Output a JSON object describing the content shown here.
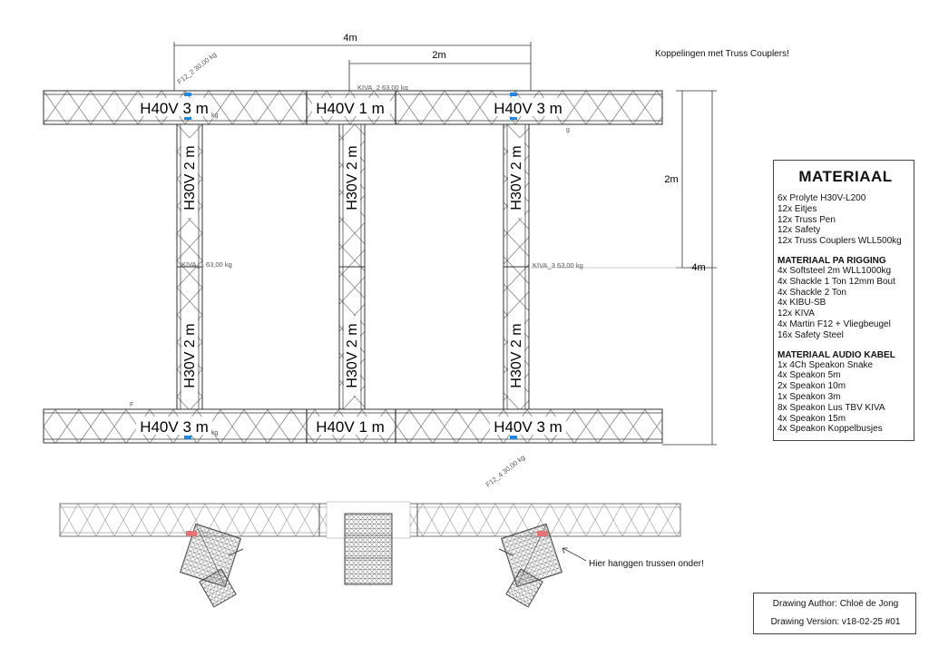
{
  "dimensions": {
    "top_overall": "4m",
    "top_inner": "2m",
    "right_upper": "2m",
    "right_overall": "4m"
  },
  "top_beam": [
    {
      "label": "H40V 3 m"
    },
    {
      "label": "H40V 1 m"
    },
    {
      "label": "H40V 3 m"
    }
  ],
  "bottom_beam": [
    {
      "label": "H40V 3 m"
    },
    {
      "label": "H40V 1 m"
    },
    {
      "label": "H40V 3 m"
    }
  ],
  "column_labels": {
    "upper": "H30V 2 m",
    "lower": "H30V 2 m"
  },
  "load_labels": {
    "f12_top": "F12_2 30,00 kg",
    "kiva_top": "KIVA_2 63,00 kg",
    "kiva_left": "KIVA_1 63,00 kg",
    "kiva_right": "KIVA_3 63,00 kg",
    "f12_bottom": "F12_4 30,00 kg",
    "kg_fragment_top": "kg",
    "kg_fragment_bottom": "kg",
    "g_fragment": "g",
    "f_fragment": "F"
  },
  "notes": {
    "couplers": "Koppelingen met Truss Couplers!",
    "hang_note": "Hier hanggen trussen onder!"
  },
  "material": {
    "title": "MATERIAAL",
    "items": [
      "6x Prolyte H30V-L200",
      "12x Eitjes",
      "12x Truss Pen",
      "12x Safety",
      "12x Truss Couplers WLL500kg"
    ],
    "rigging_title": "MATERIAAL PA RIGGING",
    "rigging_items": [
      "4x Softsteel 2m WLL1000kg",
      "4x Shackle 1 Ton 12mm Bout",
      "4x Shackle 2 Ton",
      "4x KIBU-SB",
      "12x KIVA",
      "4x Martin F12 + Vliegbeugel",
      "16x Safety Steel"
    ],
    "audio_title": "MATERIAAL AUDIO KABEL",
    "audio_items": [
      "1x 4Ch Speakon Snake",
      "4x Speakon 5m",
      "2x Speakon 10m",
      "1x Speakon 3m",
      "8x Speakon Lus TBV KIVA",
      "4x Speakon 15m",
      "4x Speakon Koppelbusjes"
    ]
  },
  "author": {
    "author_line": "Drawing Author: Chloë de Jong",
    "version_line": "Drawing Version: v18-02-25 #01"
  },
  "colors": {
    "line": "#222222",
    "truss": "#555555",
    "accent": "#1e88e5"
  }
}
